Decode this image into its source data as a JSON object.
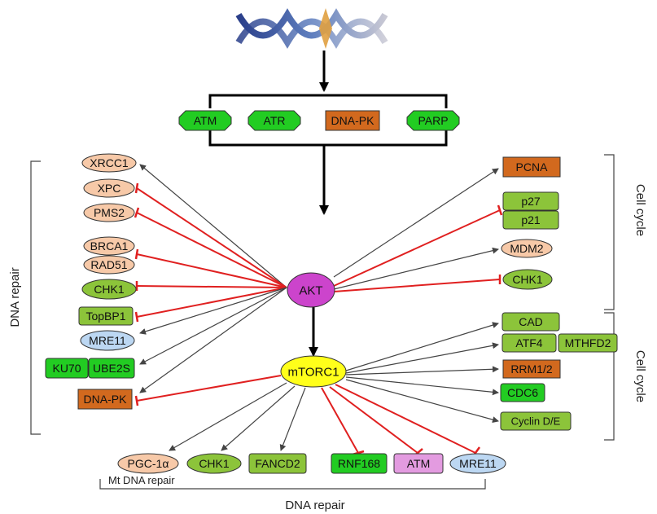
{
  "colors": {
    "green_bright": "#22cc22",
    "green_olive": "#8cc43a",
    "orange_dark": "#d2691e",
    "peach": "#f7c9a8",
    "blue_light": "#bcd7f2",
    "yellow": "#ffff1a",
    "magenta": "#cc44cc",
    "pink_purple": "#e39be0",
    "inhibit_red": "#e02020",
    "arrow_gray": "#444444"
  },
  "top_row": [
    "ATM",
    "ATR",
    "DNA-PK",
    "PARP"
  ],
  "hubs": {
    "akt": "AKT",
    "mtorc1": "mTORC1"
  },
  "akt_left_targets": [
    "XRCC1",
    "XPC",
    "PMS2",
    "BRCA1",
    "RAD51",
    "CHK1",
    "TopBP1",
    "MRE11",
    "KU70",
    "UBE2S",
    "DNA-PK"
  ],
  "akt_right_targets": [
    "PCNA",
    "p27",
    "p21",
    "MDM2",
    "CHK1"
  ],
  "mtorc1_right_targets": [
    "CAD",
    "ATF4",
    "MTHFD2",
    "RRM1/2",
    "CDC6",
    "Cyclin D/E"
  ],
  "mtorc1_bottom_targets": [
    "PGC-1α",
    "CHK1",
    "FANCD2",
    "RNF168",
    "ATM",
    "MRE11"
  ],
  "labels": {
    "dna_repair_left": "DNA repair",
    "cell_cycle_top": "Cell cycle",
    "cell_cycle_bottom": "Cell cycle",
    "mt_dna_repair": "Mt DNA repair",
    "dna_repair_bottom": "DNA repair"
  }
}
